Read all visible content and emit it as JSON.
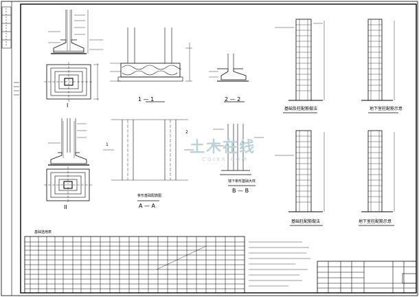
{
  "sections": {
    "sec_11": "1 — 1",
    "sec_22": "2 — 2",
    "sec_aa": "A — A",
    "sec_bb": "B — B",
    "roman_1": "I",
    "roman_2": "II",
    "num_1": "1",
    "num_2": "2"
  },
  "captions": {
    "col1": "基础及柱配筋做法",
    "col2": "地下室柱配筋示意",
    "col3": "基础柱配筋做法",
    "col4": "地下室柱配筋示意",
    "plan": "条形基础配筋图",
    "wall": "墙下条形基础大样",
    "table": "基础选用表"
  },
  "watermark": {
    "main": "土木在线",
    "sub": "COI88.COM"
  },
  "colors": {
    "line": "#000000",
    "watermark": "#b9d3da"
  }
}
